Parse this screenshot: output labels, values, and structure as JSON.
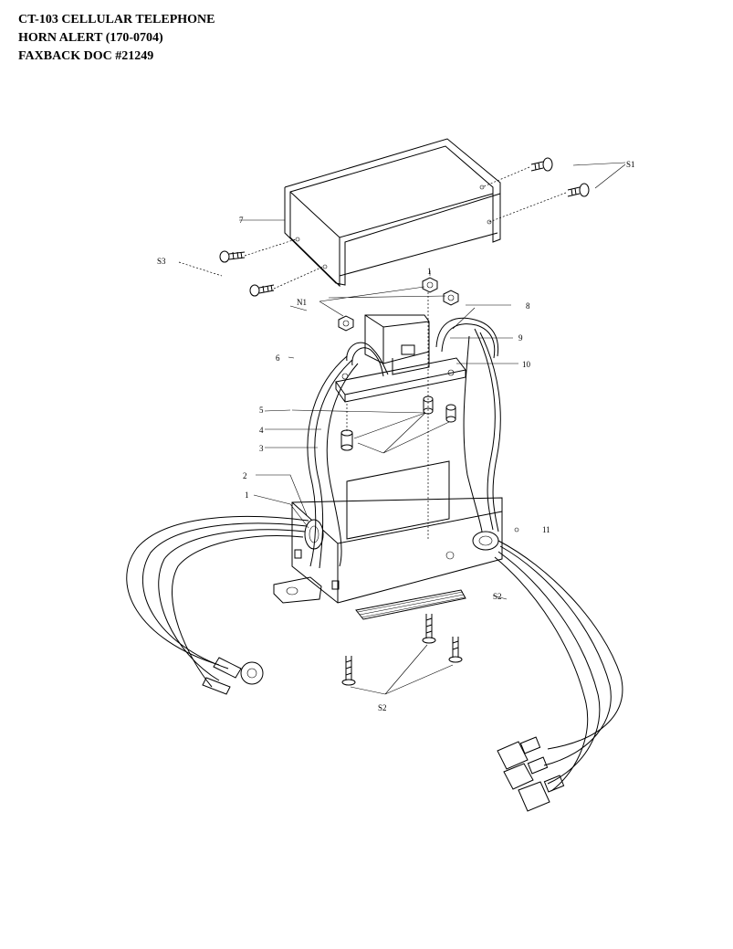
{
  "header": {
    "line1": "CT-103 CELLULAR TELEPHONE",
    "line2": "HORN ALERT  (170-0704)",
    "line3": "FAXBACK DOC #21249"
  },
  "callouts": {
    "c1_top": "1",
    "c1": "1",
    "c2": "2",
    "c3": "3",
    "c4": "4",
    "c5": "5",
    "c6": "6",
    "c7": "7",
    "c8": "8",
    "c9": "9",
    "c10": "10",
    "c11": "11",
    "s1": "S1",
    "s2": "S2",
    "s3": "S3",
    "n1": "N1",
    "s2_bottom": "S2"
  }
}
